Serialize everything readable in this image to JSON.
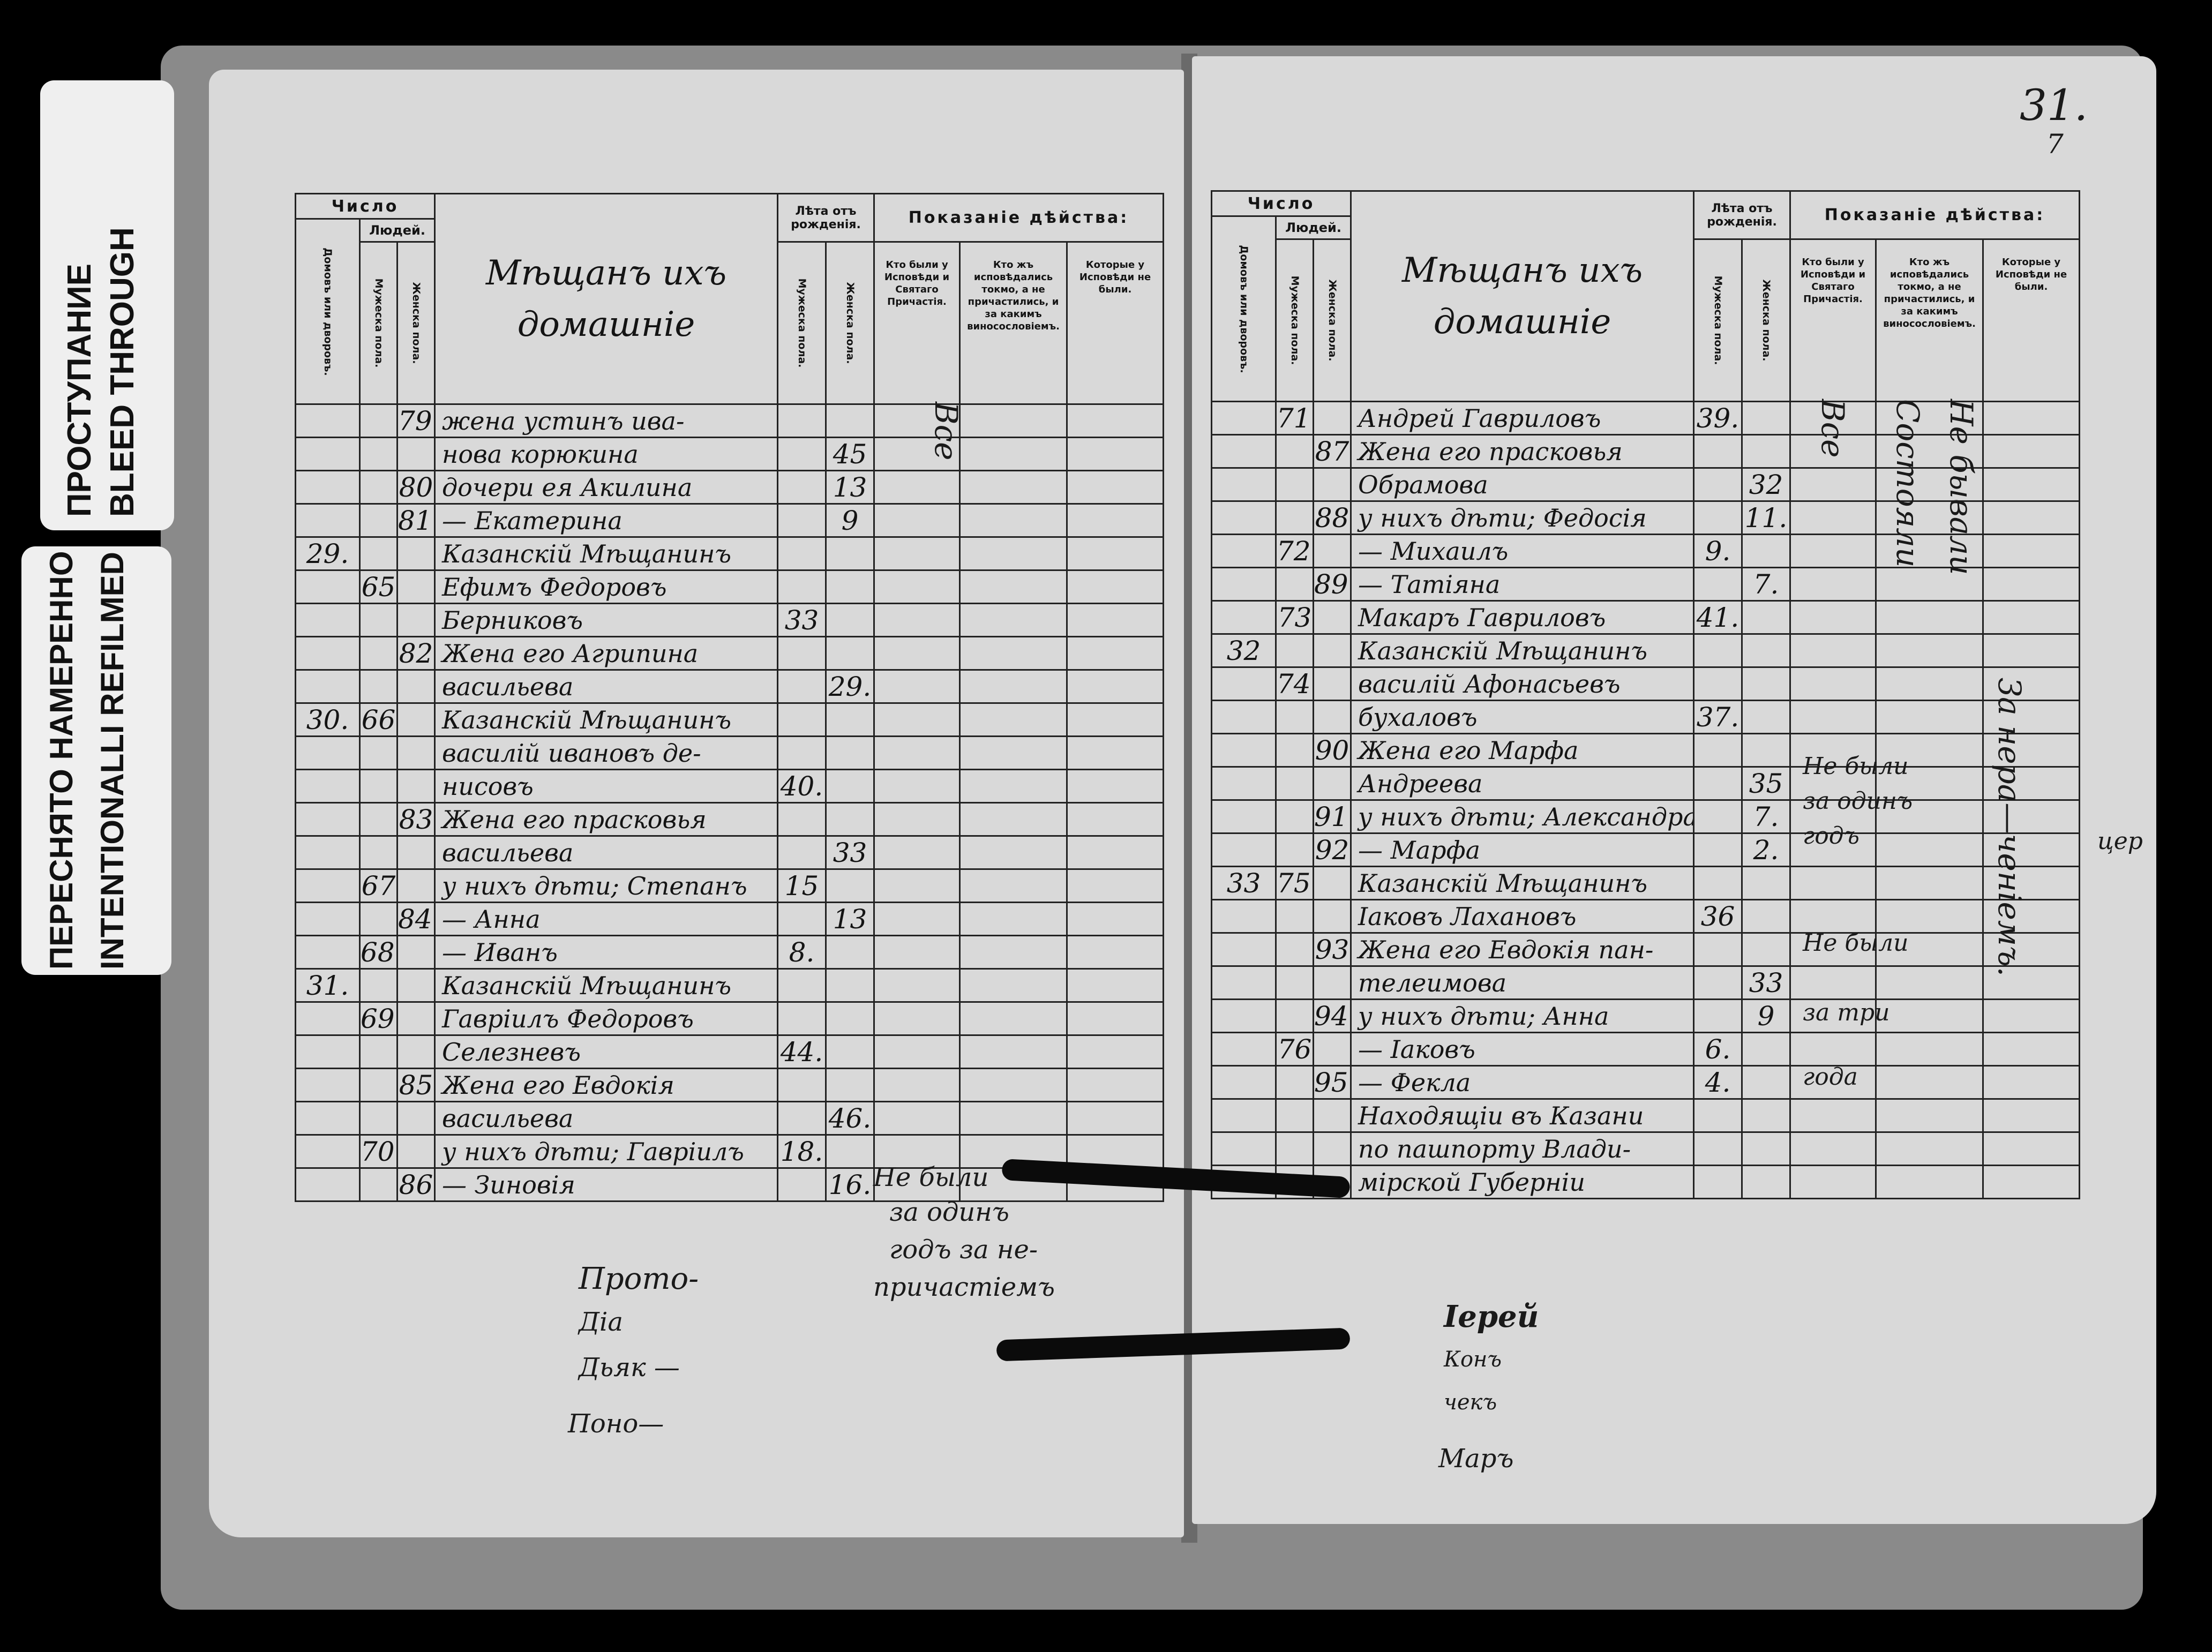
{
  "banners": {
    "top": {
      "line1": "ПРОСТУПАНИЕ",
      "line2": "BLEED THROUGH"
    },
    "bottom": {
      "line1": "ПЕРЕСНЯТО НАМЕРЕННО",
      "line2": "INTENTIONALLI REFILMED"
    }
  },
  "page_number": {
    "main": "31.",
    "secondary": "7"
  },
  "headers": {
    "chislo": "Число",
    "lyudei": "Людей.",
    "domov": "Домовъ или дворовъ.",
    "muzh_pola": "Мужеска пола.",
    "zhen_pola": "Женска пола.",
    "title": "Мѣщанъ ихъ домашніе",
    "leta": "Лѣта отъ рожденія.",
    "pokazanie": "Показаніе дѣйства:",
    "kto_byli": "Кто были у Исповѣди и Святаго Причастія.",
    "kto_ispov": "Кто жъ исповѣдались токмо, а не причастились, и за какимъ виносословіемъ.",
    "kotorye": "Которые у Исповѣди не были."
  },
  "left_rows": [
    {
      "dom": "",
      "m": "",
      "f": "79.",
      "name": "жена устинъ ива-",
      "am": "",
      "af": ""
    },
    {
      "dom": "",
      "m": "",
      "f": "",
      "name": "нова корюкина",
      "am": "",
      "af": "45"
    },
    {
      "dom": "",
      "m": "",
      "f": "80",
      "name": "дочери ея Акилина",
      "am": "",
      "af": "13"
    },
    {
      "dom": "",
      "m": "",
      "f": "81.",
      "name": "— Екатерина",
      "am": "",
      "af": "9"
    },
    {
      "dom": "29.",
      "m": "",
      "f": "",
      "name": "Казанскій Мѣщанинъ",
      "am": "",
      "af": ""
    },
    {
      "dom": "",
      "m": "65",
      "f": "",
      "name": "Ефимъ Федоровъ",
      "am": "",
      "af": ""
    },
    {
      "dom": "",
      "m": "",
      "f": "",
      "name": "Берниковъ",
      "am": "33",
      "af": ""
    },
    {
      "dom": "",
      "m": "",
      "f": "82",
      "name": "Жена его Агрипина",
      "am": "",
      "af": ""
    },
    {
      "dom": "",
      "m": "",
      "f": "",
      "name": "васильева",
      "am": "",
      "af": "29."
    },
    {
      "dom": "30.",
      "m": "66",
      "f": "",
      "name": "Казанскій Мѣщанинъ",
      "am": "",
      "af": ""
    },
    {
      "dom": "",
      "m": "",
      "f": "",
      "name": "василій ивановъ де-",
      "am": "",
      "af": ""
    },
    {
      "dom": "",
      "m": "",
      "f": "",
      "name": "нисовъ",
      "am": "40.",
      "af": ""
    },
    {
      "dom": "",
      "m": "",
      "f": "83",
      "name": "Жена его прасковья",
      "am": "",
      "af": ""
    },
    {
      "dom": "",
      "m": "",
      "f": "",
      "name": "васильева",
      "am": "",
      "af": "33"
    },
    {
      "dom": "",
      "m": "67",
      "f": "",
      "name": "у нихъ дѣти; Степанъ",
      "am": "15",
      "af": ""
    },
    {
      "dom": "",
      "m": "",
      "f": "84.",
      "name": "— Анна",
      "am": "",
      "af": "13"
    },
    {
      "dom": "",
      "m": "68.",
      "f": "",
      "name": "— Иванъ",
      "am": "8.",
      "af": ""
    },
    {
      "dom": "31.",
      "m": "",
      "f": "",
      "name": "Казанскій Мѣщанинъ",
      "am": "",
      "af": ""
    },
    {
      "dom": "",
      "m": "69.",
      "f": "",
      "name": "Гавріилъ Федоровъ",
      "am": "",
      "af": ""
    },
    {
      "dom": "",
      "m": "",
      "f": "",
      "name": "Селезневъ",
      "am": "44.",
      "af": ""
    },
    {
      "dom": "",
      "m": "",
      "f": "85",
      "name": "Жена его Евдокія",
      "am": "",
      "af": ""
    },
    {
      "dom": "",
      "m": "",
      "f": "",
      "name": "васильева",
      "am": "",
      "af": "46."
    },
    {
      "dom": "",
      "m": "70.",
      "f": "",
      "name": "у нихъ дѣти; Гавріилъ",
      "am": "18.",
      "af": ""
    },
    {
      "dom": "",
      "m": "",
      "f": "86",
      "name": "— Зиновія",
      "am": "",
      "af": "16."
    }
  ],
  "left_notes": {
    "byli_vse": "Все",
    "ne_byli": "Не были",
    "za_odin": "за одинъ",
    "god_za": "годъ за не-",
    "prich": "причастіемъ"
  },
  "left_signatures": [
    "Прото-",
    "Діа",
    "Дьяк —",
    "Поно—"
  ],
  "right_rows": [
    {
      "dom": "",
      "m": "71.",
      "f": "",
      "name": "Андрей Гавриловъ",
      "am": "39.",
      "af": ""
    },
    {
      "dom": "",
      "m": "",
      "f": "87",
      "name": "Жена его прасковья",
      "am": "",
      "af": ""
    },
    {
      "dom": "",
      "m": "",
      "f": "",
      "name": "Обрамова",
      "am": "",
      "af": "32"
    },
    {
      "dom": "",
      "m": "",
      "f": "88",
      "name": "у нихъ дѣти; Федосія",
      "am": "",
      "af": "11."
    },
    {
      "dom": "",
      "m": "72.",
      "f": "",
      "name": "— Михаилъ",
      "am": "9.",
      "af": ""
    },
    {
      "dom": "",
      "m": "",
      "f": "89.",
      "name": "— Татіяна",
      "am": "",
      "af": "7."
    },
    {
      "dom": "",
      "m": "73",
      "f": "",
      "name": "Макаръ Гавриловъ",
      "am": "41.",
      "af": ""
    },
    {
      "dom": "32",
      "m": "",
      "f": "",
      "name": "Казанскій Мѣщанинъ",
      "am": "",
      "af": ""
    },
    {
      "dom": "",
      "m": "74.",
      "f": "",
      "name": "василій Афонасьевъ",
      "am": "",
      "af": ""
    },
    {
      "dom": "",
      "m": "",
      "f": "",
      "name": "бухаловъ",
      "am": "37.",
      "af": ""
    },
    {
      "dom": "",
      "m": "",
      "f": "90",
      "name": "Жена его Марфа",
      "am": "",
      "af": ""
    },
    {
      "dom": "",
      "m": "",
      "f": "",
      "name": "Андреева",
      "am": "",
      "af": "35"
    },
    {
      "dom": "",
      "m": "",
      "f": "91.",
      "name": "у нихъ дѣти; Александра",
      "am": "",
      "af": "7."
    },
    {
      "dom": "",
      "m": "",
      "f": "92",
      "name": "— Марфа",
      "am": "",
      "af": "2."
    },
    {
      "dom": "33",
      "m": "75.",
      "f": "",
      "name": "Казанскій Мѣщанинъ",
      "am": "",
      "af": ""
    },
    {
      "dom": "",
      "m": "",
      "f": "",
      "name": "Іаковъ Лахановъ",
      "am": "36",
      "af": ""
    },
    {
      "dom": "",
      "m": "",
      "f": "93",
      "name": "Жена его Евдокія пан-",
      "am": "",
      "af": ""
    },
    {
      "dom": "",
      "m": "",
      "f": "",
      "name": "телеимова",
      "am": "",
      "af": "33"
    },
    {
      "dom": "",
      "m": "",
      "f": "94.",
      "name": "у нихъ дѣти; Анна",
      "am": "",
      "af": "9"
    },
    {
      "dom": "",
      "m": "76",
      "f": "",
      "name": "— Іаковъ",
      "am": "6.",
      "af": ""
    },
    {
      "dom": "",
      "m": "",
      "f": "95.",
      "name": "— Фекла",
      "am": "4.",
      "af": ""
    },
    {
      "dom": "",
      "m": "",
      "f": "",
      "name": "Находящіи въ Казани",
      "am": "",
      "af": ""
    },
    {
      "dom": "",
      "m": "",
      "f": "",
      "name": "по пашпорту Влади-",
      "am": "",
      "af": ""
    },
    {
      "dom": "",
      "m": "",
      "f": "",
      "name": "мірской Губерніи",
      "am": "",
      "af": ""
    }
  ],
  "right_notes": {
    "v1": "Все",
    "v2": "Состояли",
    "v3": "Не бывали",
    "v4": "За нера—ченіемъ.",
    "ne_byli1": "Не были",
    "za_odin1": "за одинъ",
    "goda1": "годъ",
    "ne_byli2": "Не были",
    "za_tri": "за три",
    "goda2": "года",
    "tser": "цер"
  },
  "right_signatures": [
    "Іерей",
    "Конъ",
    "чекъ",
    "Маръ"
  ]
}
